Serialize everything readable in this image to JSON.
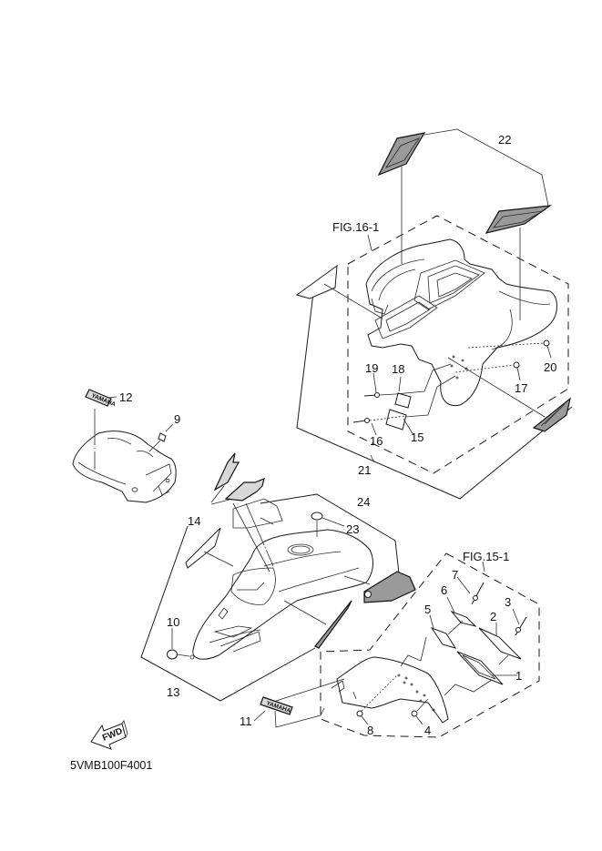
{
  "diagram": {
    "drawing_code": "5VMB100F4001",
    "figure_refs": {
      "fig_16_1": "FIG.16-1",
      "fig_15_1": "FIG.15-1"
    },
    "callouts": {
      "p1": "1",
      "p2": "2",
      "p3": "3",
      "p4": "4",
      "p5": "5",
      "p6": "6",
      "p7": "7",
      "p8": "8",
      "p9": "9",
      "p10": "10",
      "p11": "11",
      "p12": "12",
      "p13": "13",
      "p14": "14",
      "p15": "15",
      "p16": "16",
      "p17": "17",
      "p18": "18",
      "p19": "19",
      "p20": "20",
      "p21": "21",
      "p22": "22",
      "p23": "23",
      "p24": "24"
    },
    "decal_text": {
      "brand_11": "YAMAHA",
      "brand_12": "YAMAHA"
    },
    "direction_arrow": {
      "label": "FWD",
      "icon": "fwd-arrow-icon"
    },
    "colors": {
      "line": "#1a1a1a",
      "background": "#ffffff",
      "decal_fill": "#9a9a9a"
    }
  }
}
